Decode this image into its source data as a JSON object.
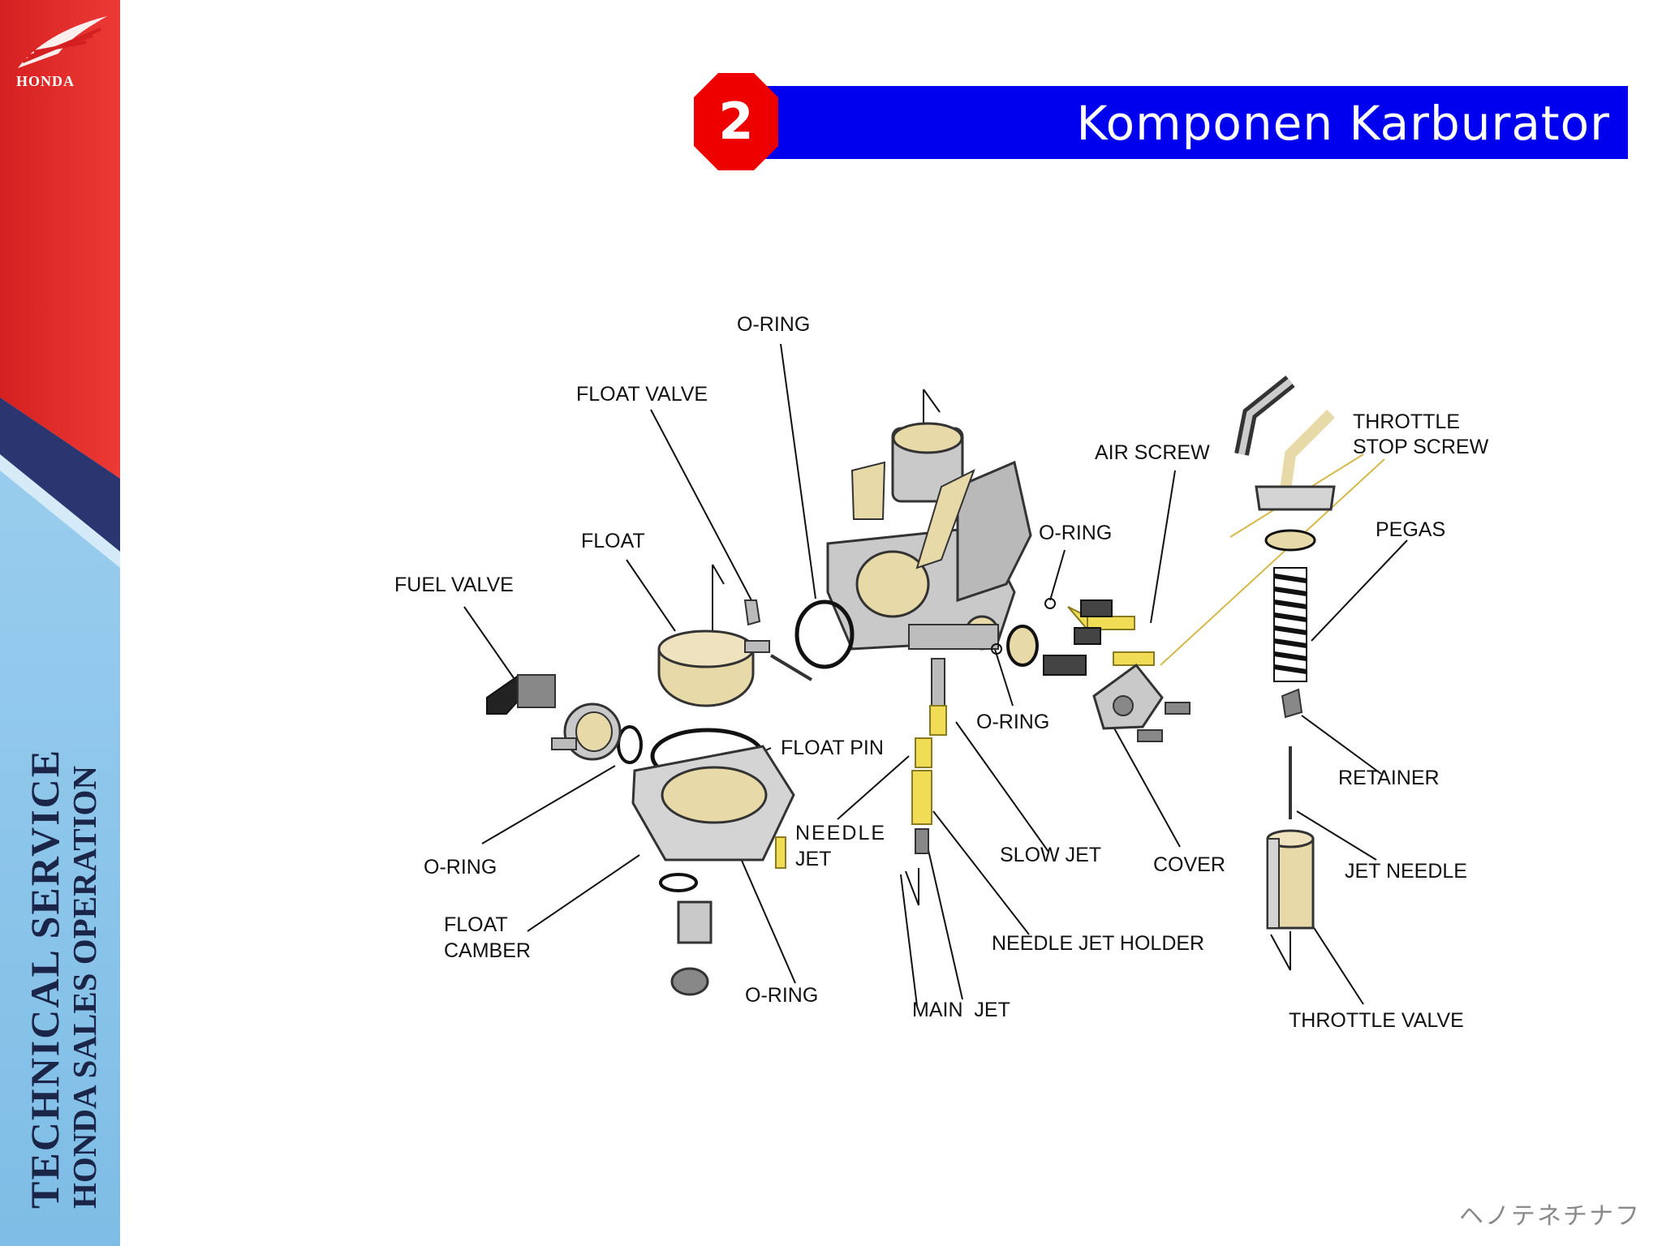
{
  "logo": {
    "text": "HONDA"
  },
  "sidebar": {
    "line1": "TECHNICAL SERVICE",
    "line2": "HONDA SALES OPERATION"
  },
  "header": {
    "badge_number": "2",
    "title": "Komponen Karburator"
  },
  "labels": {
    "o_ring_top": "O-RING",
    "float_valve": "FLOAT VALVE",
    "float": "FLOAT",
    "fuel_valve": "FUEL VALVE",
    "air_screw": "AIR SCREW",
    "o_ring_air": "O-RING",
    "throttle_stop_screw": [
      "THROTTLE",
      "STOP SCREW"
    ],
    "pegas": "PEGAS",
    "o_ring_mid": "O-RING",
    "float_pin": "FLOAT PIN",
    "needle_jet": [
      "NEEDLE",
      "JET"
    ],
    "slow_jet": "SLOW JET",
    "cover": "COVER",
    "retainer": "RETAINER",
    "jet_needle": "JET NEEDLE",
    "o_ring_left": "O-RING",
    "float_camber": [
      "FLOAT",
      "CAMBER"
    ],
    "needle_jet_holder": "NEEDLE JET HOLDER",
    "o_ring_bottom": "O-RING",
    "main_jet": "MAIN  JET",
    "throttle_valve": "THROTTLE VALVE"
  },
  "footer": {
    "mark": "ヘノテネチナフ"
  },
  "colors": {
    "title_bar": "#0000ee",
    "badge": "#ee0000",
    "sidebar_red": "#e02a2a",
    "sidebar_blue": "#8ec7ea",
    "sidebar_navy": "#2b3570",
    "part_cream": "#e8d9a8",
    "part_yellow": "#f0dd55"
  }
}
